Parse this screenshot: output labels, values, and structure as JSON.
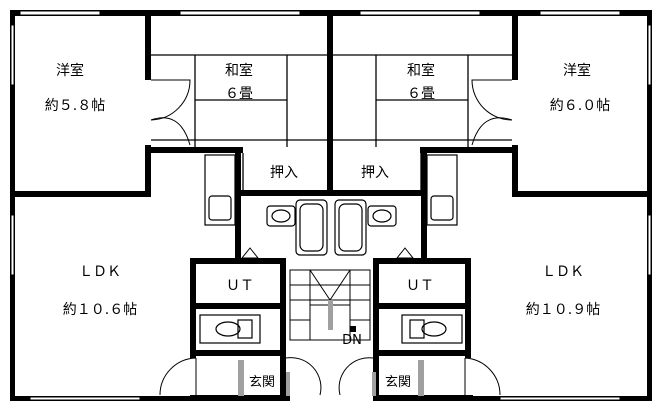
{
  "rooms": {
    "west_western_room": {
      "name": "洋室",
      "size": "約５.８帖"
    },
    "west_japanese_room": {
      "name": "和室",
      "size": "６畳"
    },
    "west_closet": {
      "name": "押入"
    },
    "west_ldk": {
      "name": "ＬＤＫ",
      "size": "約１０.６帖"
    },
    "west_utility": {
      "name": "ＵＴ"
    },
    "west_entrance": {
      "name": "玄関"
    },
    "east_western_room": {
      "name": "洋室",
      "size": "約６.０帖"
    },
    "east_japanese_room": {
      "name": "和室",
      "size": "６畳"
    },
    "east_closet": {
      "name": "押入"
    },
    "east_ldk": {
      "name": "ＬＤＫ",
      "size": "約１０.９帖"
    },
    "east_utility": {
      "name": "ＵＴ"
    },
    "east_entrance": {
      "name": "玄関"
    }
  },
  "stair_mark": "DN",
  "colors": {
    "wall": "#000000",
    "floor": "#ffffff",
    "step": "#a0a0a0"
  }
}
